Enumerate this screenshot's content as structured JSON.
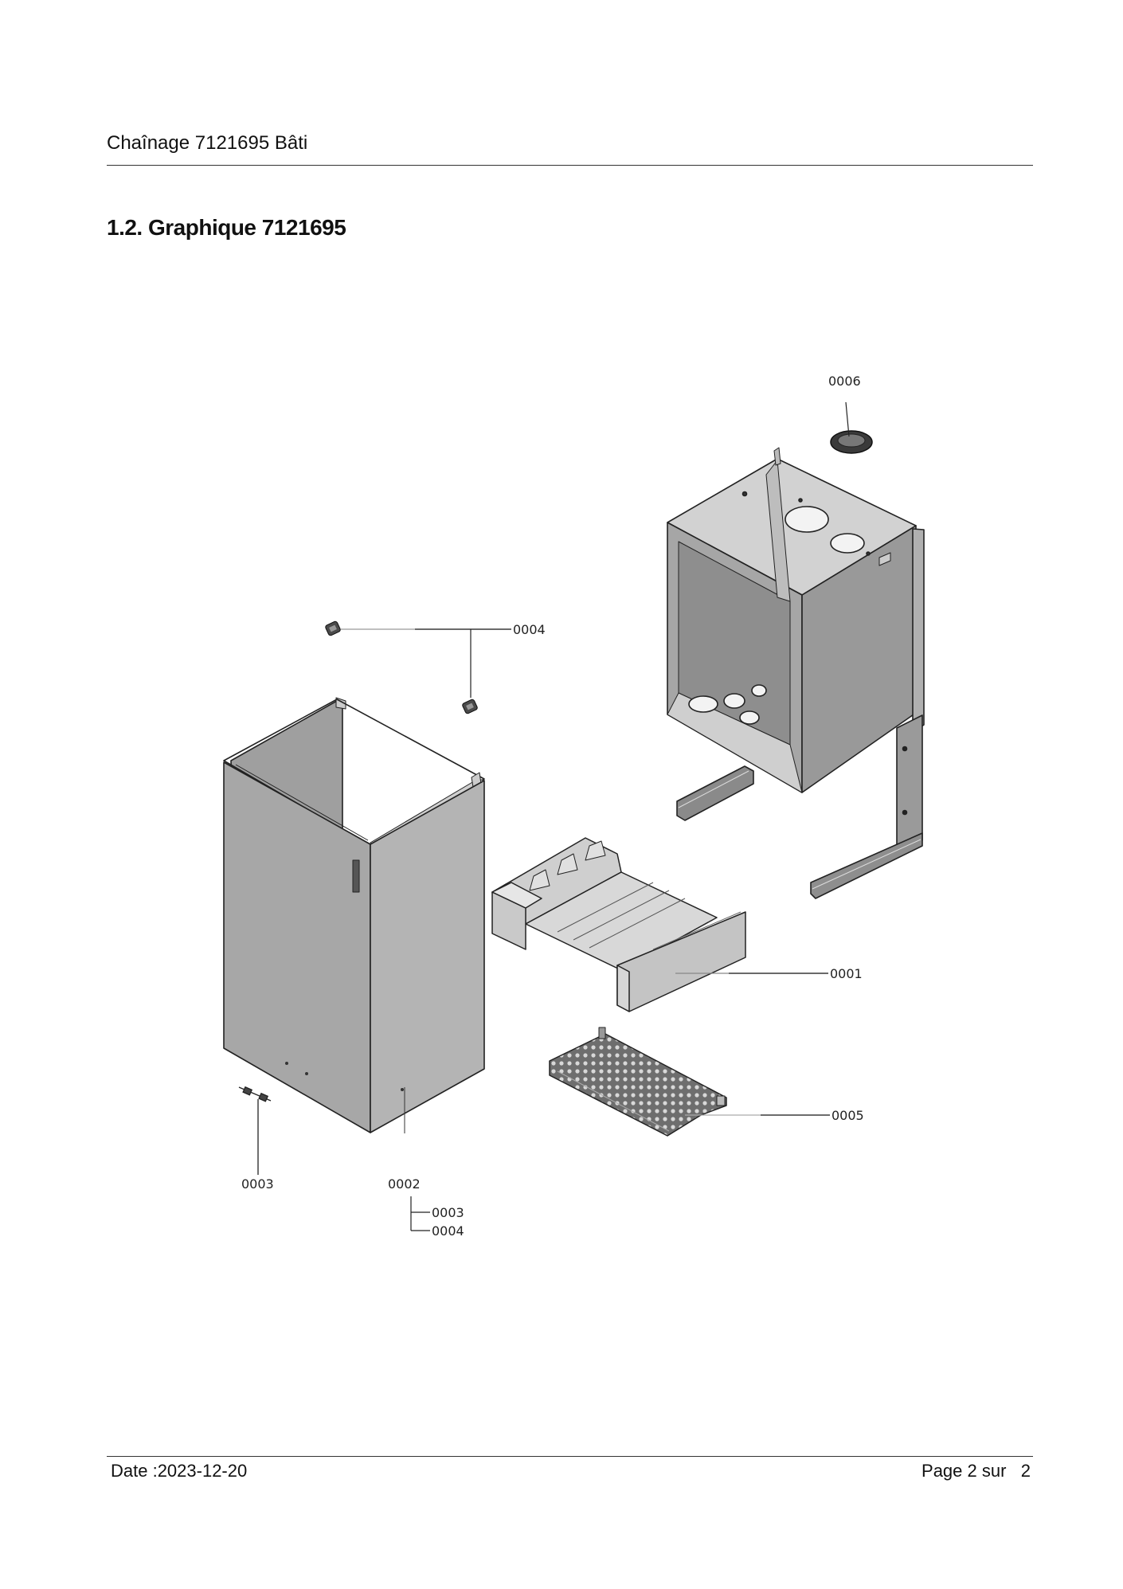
{
  "header": {
    "title": "Chaînage 7121695 Bâti"
  },
  "section": {
    "title": "1.2. Graphique 7121695"
  },
  "diagram": {
    "callouts": {
      "c0006": "0006",
      "c0004": "0004",
      "c0001": "0001",
      "c0005": "0005",
      "c0003": "0003",
      "c0002": "0002",
      "c0002_sub1": "0003",
      "c0002_sub2": "0004"
    }
  },
  "footer": {
    "date": "Date :2023-12-20",
    "page": "Page 2 sur   2"
  }
}
